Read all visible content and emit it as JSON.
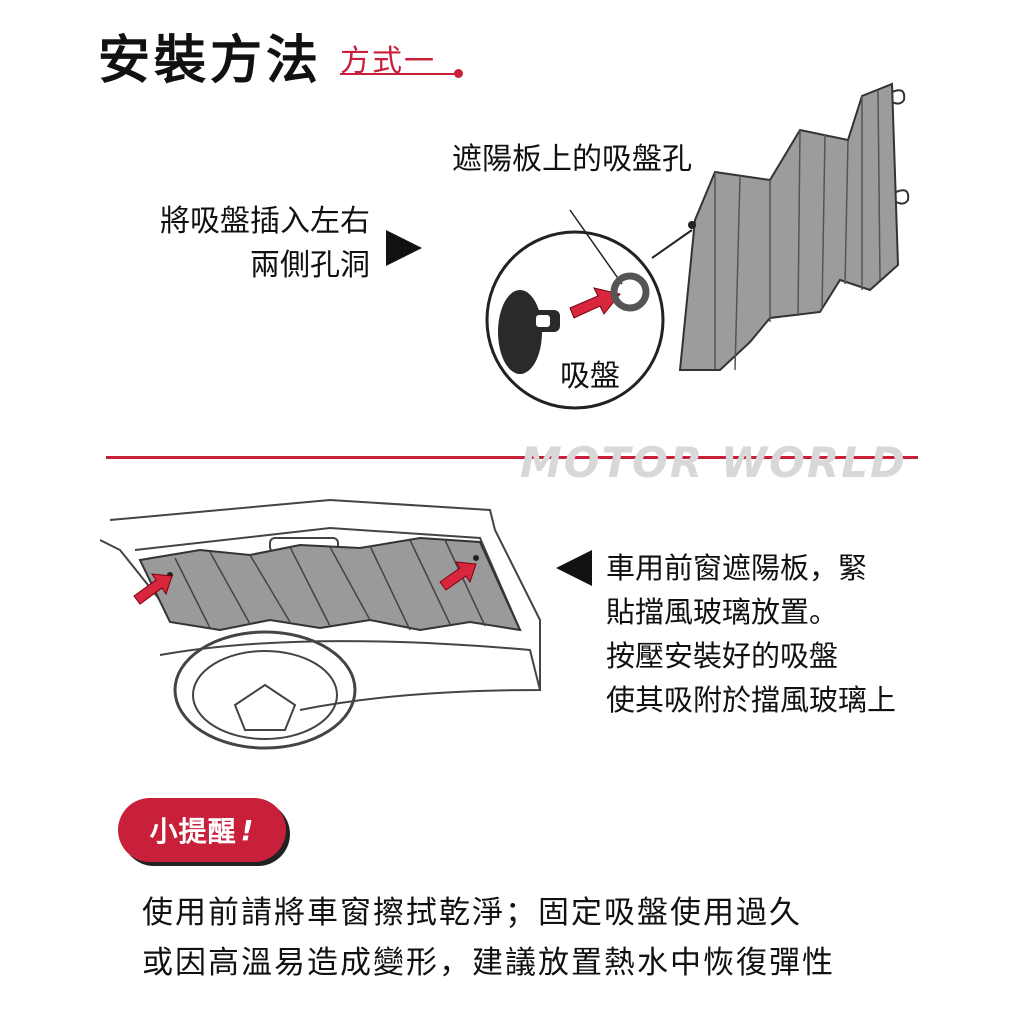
{
  "header": {
    "title": "安裝方法",
    "subtitle": "方式一"
  },
  "step1": {
    "line1": "將吸盤插入左右",
    "line2": "兩側孔洞",
    "hole_label": "遮陽板上的吸盤孔",
    "cup_label": "吸盤"
  },
  "watermark": "MOTOR WORLD",
  "step2": {
    "line1": "車用前窗遮陽板，緊",
    "line2": "貼擋風玻璃放置。",
    "line3": "按壓安裝好的吸盤",
    "line4": "使其吸附於擋風玻璃上"
  },
  "tip": {
    "badge": "小提醒",
    "badge_mark": "!",
    "line1": "使用前請將車窗擦拭乾淨；固定吸盤使用過久",
    "line2": "或因高溫易造成變形，建議放置熱水中恢復彈性"
  },
  "colors": {
    "accent": "#c8203a",
    "shade": "#9a9a9a",
    "text": "#111111"
  }
}
